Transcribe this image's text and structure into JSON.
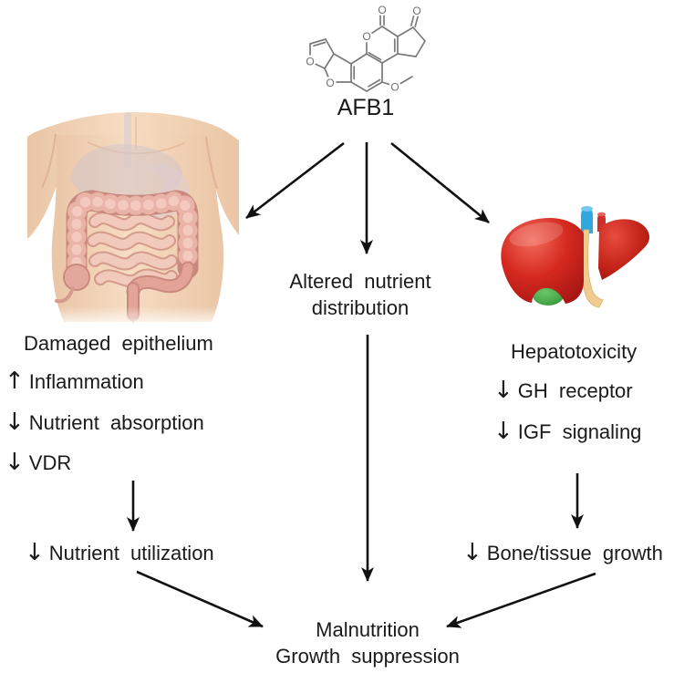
{
  "molecule": {
    "label": "AFB1",
    "o_label": "O"
  },
  "branches": {
    "left": {
      "heading": "Damaged epithelium",
      "items": [
        {
          "glyph": "↑",
          "text": "Inflammation"
        },
        {
          "glyph": "↓",
          "text": "Nutrient absorption"
        },
        {
          "glyph": "↓",
          "text": "VDR"
        }
      ],
      "outcome": {
        "glyph": "↓",
        "text": "Nutrient utilization"
      }
    },
    "center": {
      "line1": "Altered nutrient",
      "line2": "distribution"
    },
    "right": {
      "heading": "Hepatotoxicity",
      "items": [
        {
          "glyph": "↓",
          "text": "GH receptor"
        },
        {
          "glyph": "↓",
          "text": "IGF signaling"
        }
      ],
      "outcome": {
        "glyph": "↓",
        "text": "Bone/tissue growth"
      }
    }
  },
  "result": {
    "line1": "Malnutrition",
    "line2": "Growth suppression"
  },
  "illustrations": {
    "torso": "human-torso-digestive-tract",
    "liver": "liver-with-vessels-and-gallbladder"
  },
  "colors": {
    "text": "#1a1a1a",
    "arrow": "#111111",
    "molecule_stroke": "#7a7a7a",
    "skin": "#f1d0b5",
    "intestine_pink": "#e9b3a7",
    "liver_red": "#c1272d",
    "vena_cava_blue": "#2fa8e0",
    "hepatic_artery_red": "#cf2f2c",
    "bile_duct_tan": "#f0cb90",
    "gallbladder_green": "#3fa345"
  }
}
